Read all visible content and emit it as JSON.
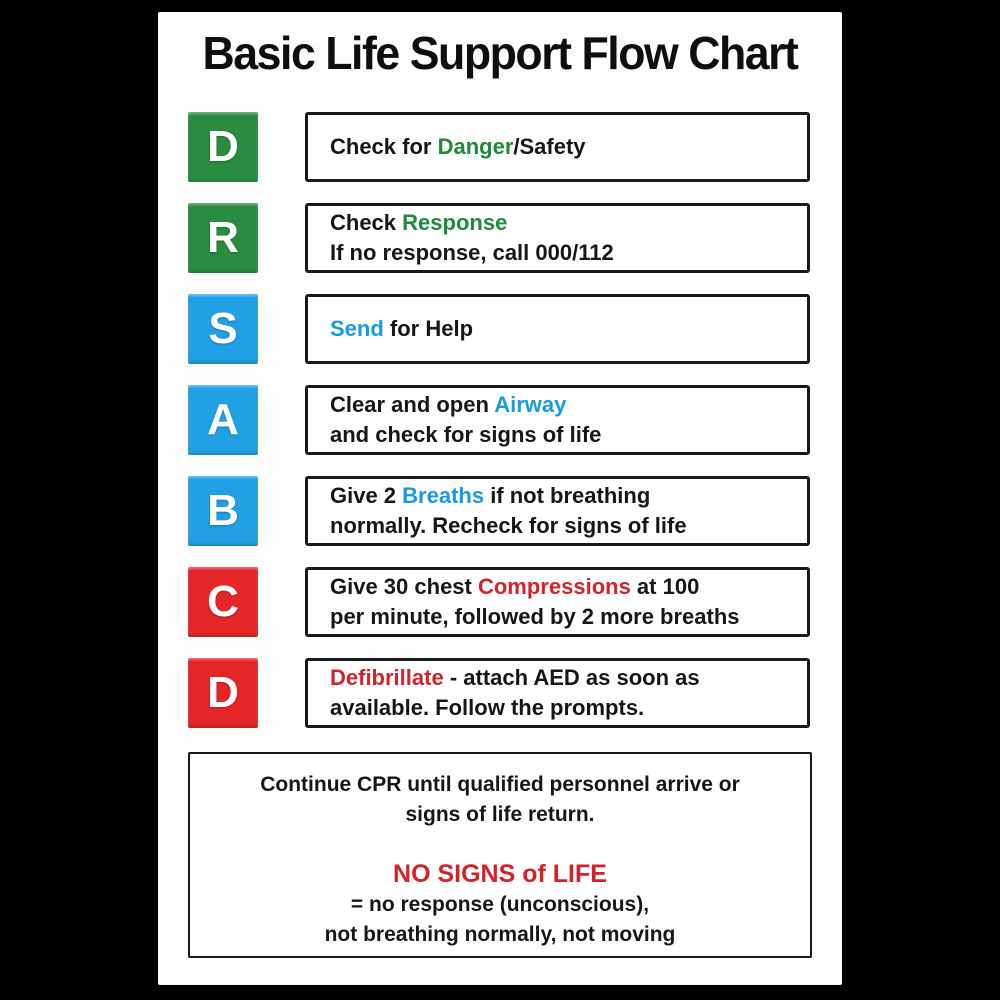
{
  "title": "Basic Life Support Flow Chart",
  "colors": {
    "ink": "#161616",
    "green": "#1e8a3c",
    "blue": "#199ae4",
    "red": "#d4222a",
    "badge_green": "#2a8c41",
    "badge_blue": "#22a0e5",
    "badge_red": "#e42629",
    "badge_letter": "#ffffff",
    "poster_bg": "#fdfdfd",
    "page_bg": "#000000",
    "box_border": "#17191a"
  },
  "rows": [
    {
      "letter": "D",
      "badge": "badge_green",
      "name": "danger",
      "lines": [
        [
          {
            "t": "Check for ",
            "c": "ink"
          },
          {
            "t": "Danger",
            "c": "green"
          },
          {
            "t": "/Safety",
            "c": "ink"
          }
        ]
      ]
    },
    {
      "letter": "R",
      "badge": "badge_green",
      "name": "response",
      "lines": [
        [
          {
            "t": "Check ",
            "c": "ink"
          },
          {
            "t": "Response",
            "c": "green"
          }
        ],
        [
          {
            "t": "If no response, call 000/112",
            "c": "ink"
          }
        ]
      ]
    },
    {
      "letter": "S",
      "badge": "badge_blue",
      "name": "send",
      "lines": [
        [
          {
            "t": "Send",
            "c": "blue"
          },
          {
            "t": " for Help",
            "c": "ink"
          }
        ]
      ]
    },
    {
      "letter": "A",
      "badge": "badge_blue",
      "name": "airway",
      "lines": [
        [
          {
            "t": "Clear and open ",
            "c": "ink"
          },
          {
            "t": "Airway",
            "c": "blue"
          }
        ],
        [
          {
            "t": "and check for signs of life",
            "c": "ink"
          }
        ]
      ]
    },
    {
      "letter": "B",
      "badge": "badge_blue",
      "name": "breathing",
      "lines": [
        [
          {
            "t": "Give 2 ",
            "c": "ink"
          },
          {
            "t": "Breaths",
            "c": "blue"
          },
          {
            "t": " if not breathing",
            "c": "ink"
          }
        ],
        [
          {
            "t": "normally. Recheck for signs of life",
            "c": "ink"
          }
        ]
      ]
    },
    {
      "letter": "C",
      "badge": "badge_red",
      "name": "compressions",
      "lines": [
        [
          {
            "t": "Give 30 chest ",
            "c": "ink"
          },
          {
            "t": "Compressions",
            "c": "red"
          },
          {
            "t": " at 100",
            "c": "ink"
          }
        ],
        [
          {
            "t": "per minute, followed by 2 more breaths",
            "c": "ink"
          }
        ]
      ]
    },
    {
      "letter": "D",
      "badge": "badge_red",
      "name": "defibrillate",
      "lines": [
        [
          {
            "t": "Defibrillate",
            "c": "red"
          },
          {
            "t": " - attach AED as soon as",
            "c": "ink"
          }
        ],
        [
          {
            "t": "available. Follow the prompts.",
            "c": "ink"
          }
        ]
      ]
    }
  ],
  "footer": {
    "lines": [
      {
        "text": "Continue CPR until qualified personnel arrive or",
        "c": "ink",
        "style": "normal"
      },
      {
        "text": "signs of life return.",
        "c": "ink",
        "style": "normal"
      },
      {
        "text": "",
        "c": "ink",
        "style": "spacer"
      },
      {
        "text": "NO SIGNS of LIFE",
        "c": "red",
        "style": "heading"
      },
      {
        "text": "= no response (unconscious),",
        "c": "ink",
        "style": "normal"
      },
      {
        "text": "not breathing normally, not moving",
        "c": "ink",
        "style": "normal"
      }
    ]
  }
}
